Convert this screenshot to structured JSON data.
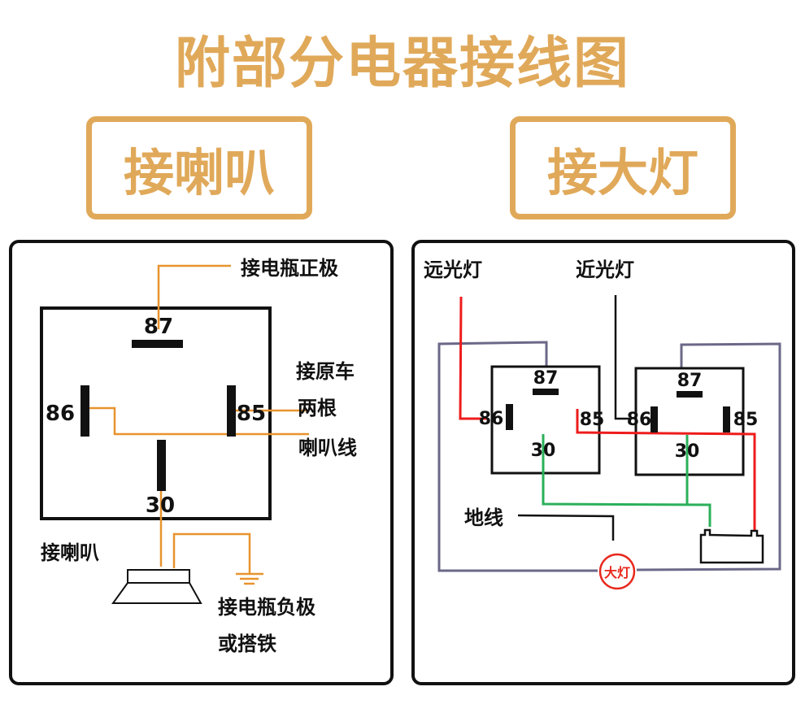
{
  "colors": {
    "accent": "#E0A95A",
    "wire_orange": "#E8932E",
    "wire_red": "#EE1C1C",
    "wire_green": "#2BB05A",
    "wire_purple": "#6B6888",
    "ink": "#111111"
  },
  "header": {
    "title": "附部分电器接线图"
  },
  "left_panel": {
    "tag": "接喇叭",
    "pins": {
      "p87": "87",
      "p86": "86",
      "p85": "85",
      "p30": "30"
    },
    "labels": {
      "battery_positive": "接电瓶正极",
      "original_line1": "接原车",
      "original_line2": "两根",
      "original_line3": "喇叭线",
      "horn": "接喇叭",
      "negative_line1": "接电瓶负极",
      "negative_line2": "或搭铁"
    }
  },
  "right_panel": {
    "tag": "接大灯",
    "high_beam": "远光灯",
    "low_beam": "近光灯",
    "ground": "地线",
    "headlight": "大灯",
    "relay1": {
      "p87": "87",
      "p86": "86",
      "p85": "85",
      "p30": "30"
    },
    "relay2": {
      "p87": "87",
      "p86": "86",
      "p85": "85",
      "p30": "30"
    }
  }
}
